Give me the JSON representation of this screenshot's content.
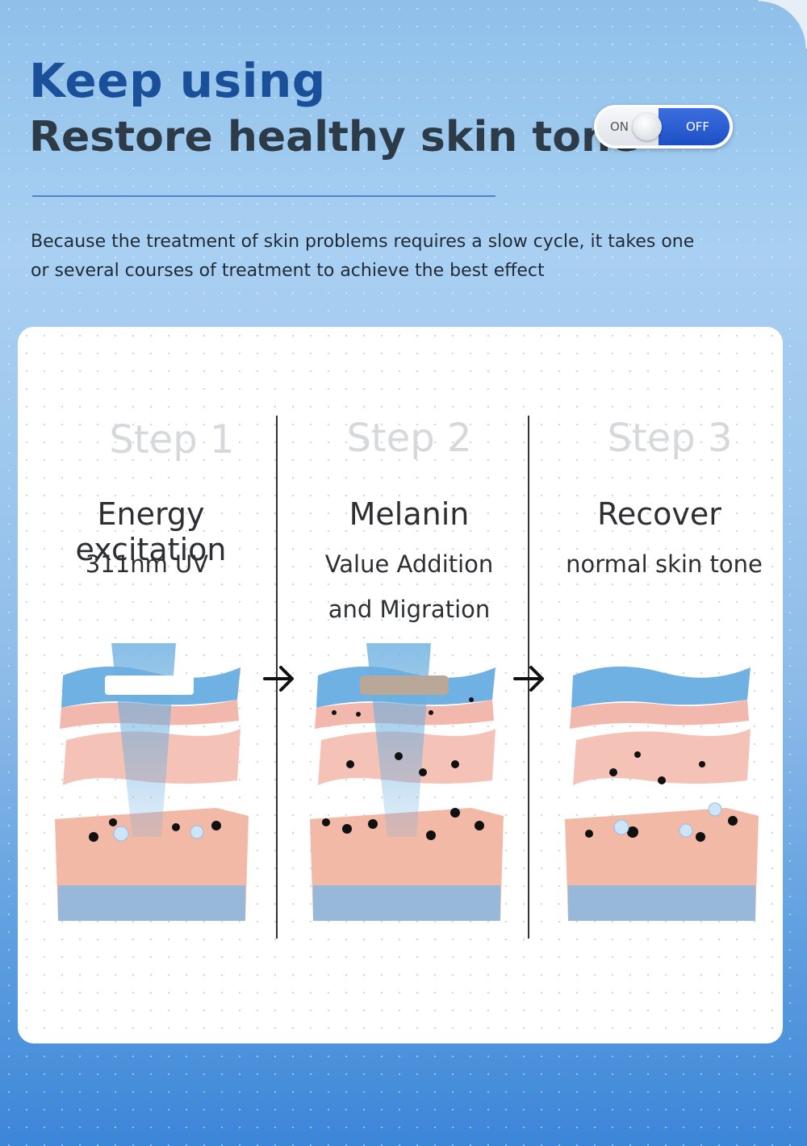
{
  "header": {
    "title_line1": "Keep using",
    "title_line2": "Restore healthy skin tone",
    "description_line1": "Because the treatment of skin problems requires a slow cycle, it takes one",
    "description_line2": "or several courses of treatment to achieve the best effect"
  },
  "toggle": {
    "on_label": "ON",
    "off_label": "OFF"
  },
  "steps": [
    {
      "label": "Step 1",
      "title": "Energy excitation",
      "sub1": "311nm UV",
      "sub2": ""
    },
    {
      "label": "Step 2",
      "title": "Melanin",
      "sub1": "Value Addition",
      "sub2": "and Migration"
    },
    {
      "label": "Step 3",
      "title": "Recover",
      "sub1": "normal skin tone",
      "sub2": ""
    }
  ],
  "colors": {
    "title_blue": "#1a4f9a",
    "toggle_blue": "#1d4fc4",
    "beam": "#6aaee0",
    "melanin": "#111111"
  },
  "icons": [
    "arrow-right-icon",
    "skin-layers-illustration"
  ]
}
